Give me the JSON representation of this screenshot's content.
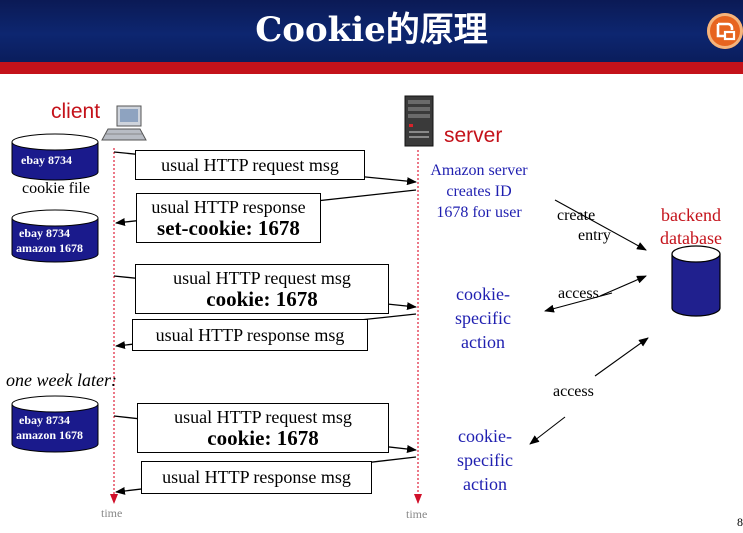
{
  "title": "Cookie的原理",
  "client_label": "client",
  "server_label": "server",
  "cookie_file_label": "cookie file",
  "one_week_later": "one week later:",
  "time_left": "time",
  "time_right": "time",
  "page_number": "8",
  "cookie_stores": [
    {
      "lines": [
        "ebay 8734"
      ]
    },
    {
      "lines": [
        "ebay 8734",
        "amazon 1678"
      ]
    },
    {
      "lines": [
        "ebay 8734",
        "amazon 1678"
      ]
    }
  ],
  "messages": [
    {
      "line1": "usual HTTP request msg",
      "line2": ""
    },
    {
      "line1": "usual HTTP response",
      "line2": "set-cookie: 1678"
    },
    {
      "line1": "usual HTTP request msg",
      "line2": "cookie: 1678"
    },
    {
      "line1": "usual HTTP response msg",
      "line2": ""
    },
    {
      "line1": "usual HTTP request msg",
      "line2": "cookie: 1678"
    },
    {
      "line1": "usual HTTP response msg",
      "line2": ""
    }
  ],
  "server_note": [
    "Amazon server",
    "creates ID",
    "1678 for user"
  ],
  "create_entry": [
    "create",
    "entry"
  ],
  "backend_database": [
    "backend",
    "database"
  ],
  "access_1": "access",
  "access_2": "access",
  "cookie_action_1": [
    "cookie-",
    "specific",
    "action"
  ],
  "cookie_action_2": [
    "cookie-",
    "specific",
    "action"
  ],
  "colors": {
    "header": "#0d2670",
    "stripe": "#c4121a",
    "store": "#1a1a8c",
    "label_red": "#c4121a",
    "note_blue": "#1f1fb0",
    "timeline": "#e0203a"
  },
  "icons": [
    "computer-icon",
    "server-icon",
    "database-icon",
    "logo-icon"
  ]
}
